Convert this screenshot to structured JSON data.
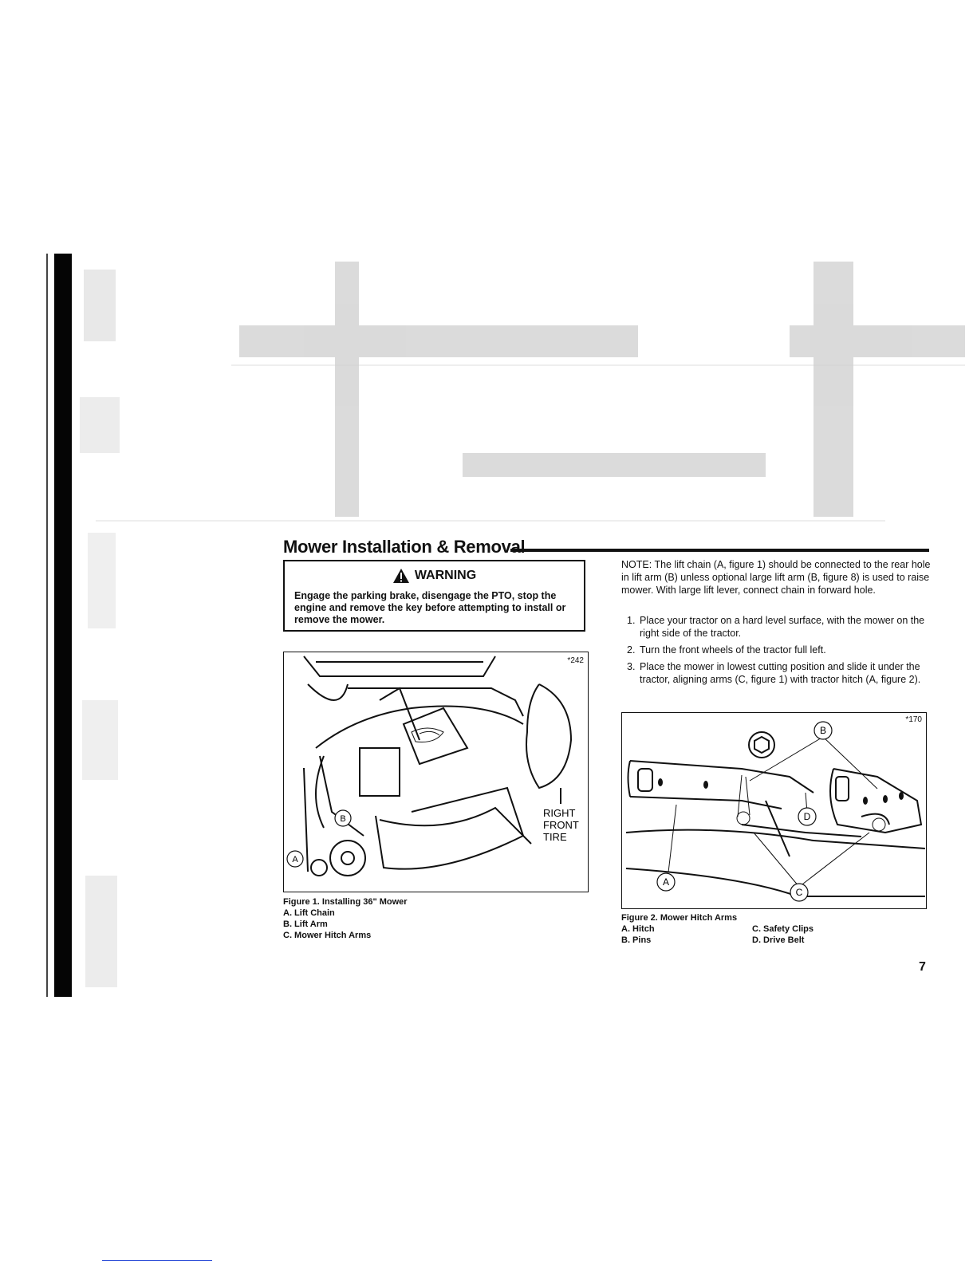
{
  "section_title": "Mower Installation & Removal",
  "warning": {
    "heading": "WARNING",
    "text": "Engage the parking brake, disengage the PTO, stop the engine and remove the key before attempting to install or remove the mower."
  },
  "figure1": {
    "number": "*242",
    "labels": {
      "a": "A",
      "b": "B",
      "tire_1": "RIGHT",
      "tire_2": "FRONT",
      "tire_3": "TIRE"
    },
    "caption_title": "Figure 1. Installing 36\" Mower",
    "caption_items": [
      "A. Lift Chain",
      "B. Lift Arm",
      "C. Mower Hitch Arms"
    ]
  },
  "note": "NOTE: The lift chain (A, figure 1) should be connected to the rear hole in lift arm (B) unless optional large lift arm (B, figure 8) is used to raise mower. With large lift lever, connect chain in forward hole.",
  "steps": [
    {
      "num": "1.",
      "text": "Place your tractor on a hard level surface, with the mower on the right side of the tractor."
    },
    {
      "num": "2.",
      "text": "Turn the front wheels of the tractor full left."
    },
    {
      "num": "3.",
      "text": "Place the mower in lowest cutting position and slide it under the tractor, aligning arms (C, figure 1) with tractor hitch (A, figure 2)."
    }
  ],
  "figure2": {
    "number": "*170",
    "labels": {
      "a": "A",
      "b": "B",
      "c": "C",
      "d": "D"
    },
    "caption_title": "Figure 2. Mower Hitch Arms",
    "caption_col1": [
      "A. Hitch",
      "B. Pins"
    ],
    "caption_col2": [
      "C. Safety Clips",
      "D. Drive Belt"
    ]
  },
  "page_number": "7"
}
